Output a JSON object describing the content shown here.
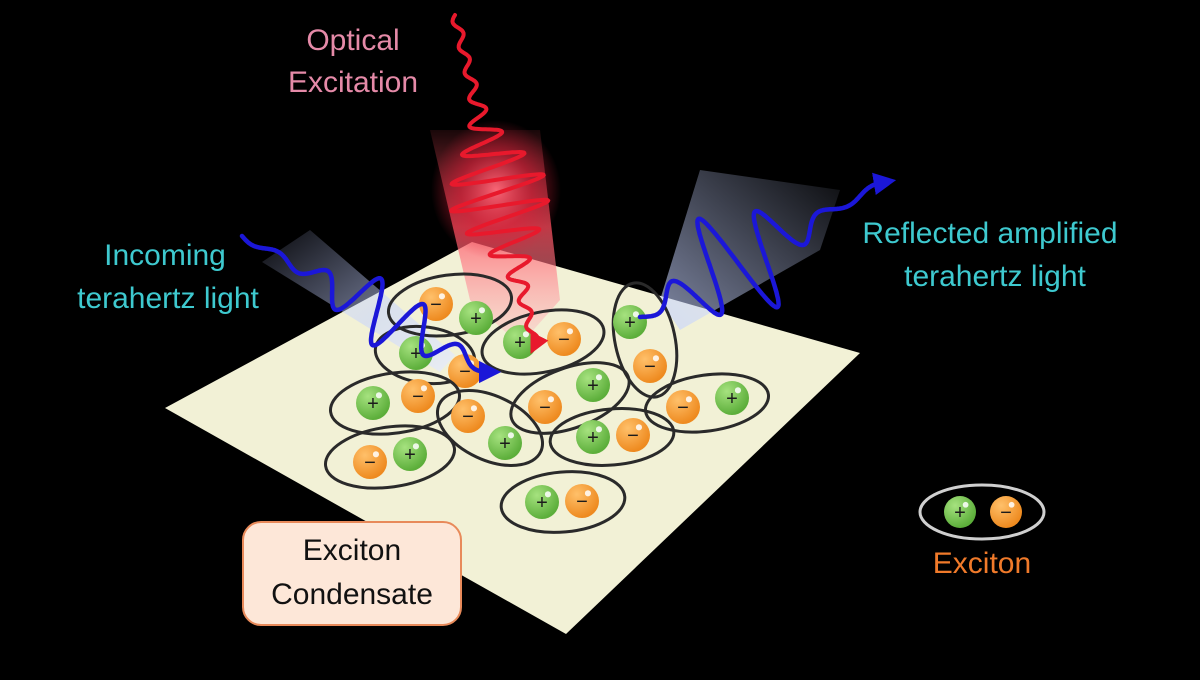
{
  "labels": {
    "optical_line1": "Optical",
    "optical_line2": "Excitation",
    "incoming_line1": "Incoming",
    "incoming_line2": "terahertz light",
    "reflected_line1": "Reflected amplified",
    "reflected_line2": "terahertz light",
    "condensate_line1": "Exciton",
    "condensate_line2": "Condensate",
    "legend_label": "Exciton"
  },
  "symbols": {
    "plus": "+",
    "minus": "−"
  },
  "colors": {
    "background": "#000000",
    "sheet": "#f2f1d6",
    "positive": "#6ec04a",
    "negative": "#f29a2e",
    "ellipse_stroke": "#2a2a2a",
    "optical_text": "#e58aa8",
    "terahertz_text": "#3ec9cf",
    "legend_text": "#f07a2a",
    "red_wave": "#e8192c",
    "blue_wave": "#1b17d8",
    "condensate_box": "#fde7d8",
    "condensate_border": "#e88a5a"
  }
}
